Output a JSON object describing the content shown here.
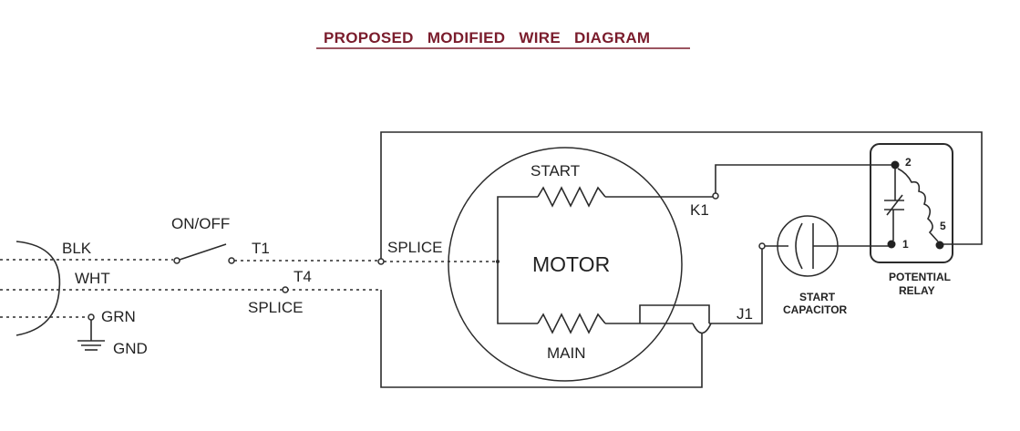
{
  "title": "PROPOSED   MODIFIED   WIRE   DIAGRAM",
  "colors": {
    "title": "#7a1c2c",
    "line": "#2b2b2b",
    "background": "#ffffff"
  },
  "labels": {
    "blk": "BLK",
    "wht": "WHT",
    "grn": "GRN",
    "gnd": "GND",
    "on_off": "ON/OFF",
    "t1": "T1",
    "t4": "T4",
    "splice_lower": "SPLICE",
    "splice_upper": "SPLICE",
    "motor": "MOTOR",
    "start": "START",
    "main": "MAIN",
    "k1": "K1",
    "j1": "J1",
    "start_capacitor_line1": "START",
    "start_capacitor_line2": "CAPACITOR",
    "relay_line1": "POTENTIAL",
    "relay_line2": "RELAY",
    "relay_pin2": "2",
    "relay_pin1": "1",
    "relay_pin5": "5"
  },
  "icons": [
    "plug-icon",
    "ground-icon",
    "switch-icon",
    "resistor-icon",
    "capacitor-icon",
    "relay-icon"
  ]
}
